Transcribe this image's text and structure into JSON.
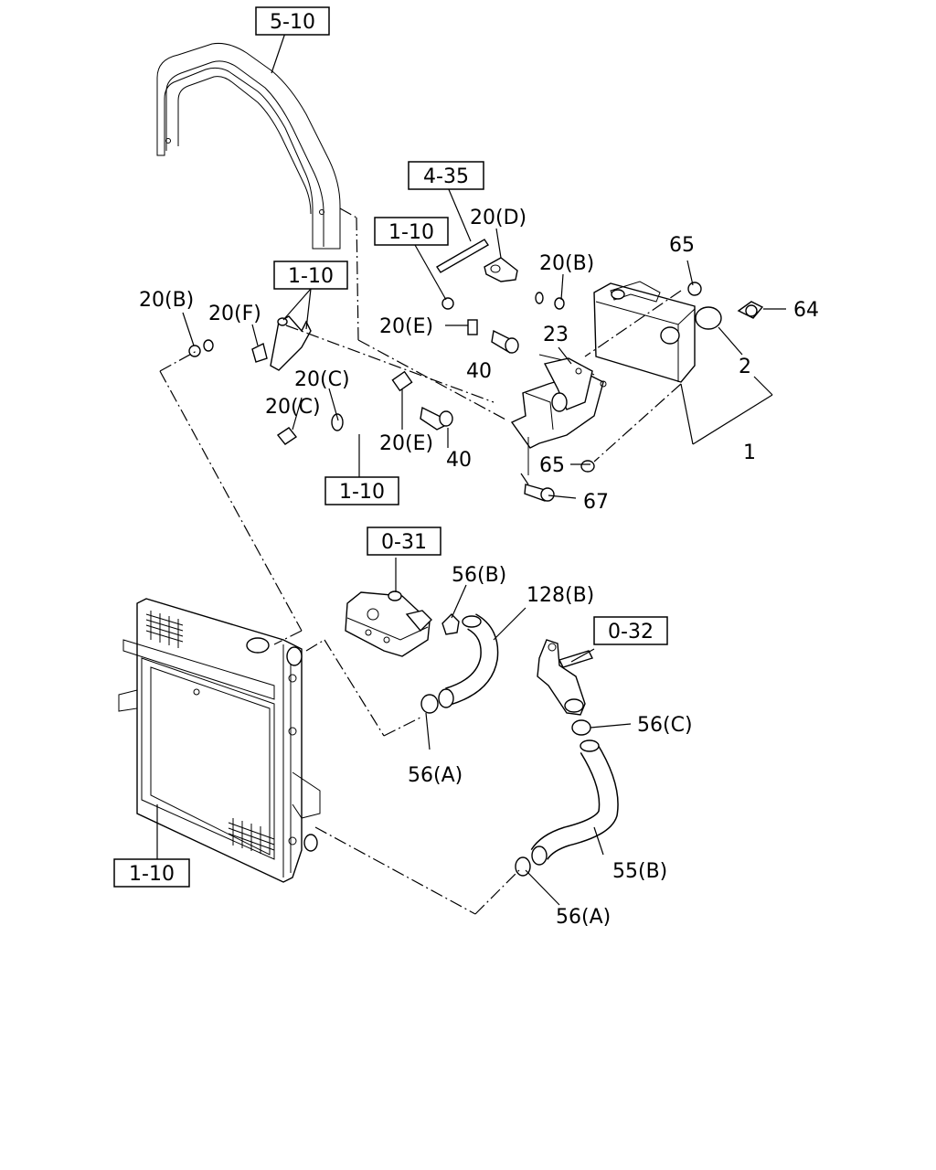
{
  "diagram": {
    "refs": [
      {
        "id": "ref-5-10",
        "text": "5-10"
      },
      {
        "id": "ref-4-35",
        "text": "4-35"
      },
      {
        "id": "ref-1-10-a",
        "text": "1-10"
      },
      {
        "id": "ref-1-10-b",
        "text": "1-10"
      },
      {
        "id": "ref-1-10-c",
        "text": "1-10"
      },
      {
        "id": "ref-0-31",
        "text": "0-31"
      },
      {
        "id": "ref-0-32",
        "text": "0-32"
      },
      {
        "id": "ref-1-10-d",
        "text": "1-10"
      }
    ],
    "labels": [
      {
        "id": "l-20D",
        "text": "20(D)"
      },
      {
        "id": "l-20B-top",
        "text": "20(B)"
      },
      {
        "id": "l-65-top",
        "text": "65"
      },
      {
        "id": "l-64",
        "text": "64"
      },
      {
        "id": "l-20B-left",
        "text": "20(B)"
      },
      {
        "id": "l-20F",
        "text": "20(F)"
      },
      {
        "id": "l-20E-top",
        "text": "20(E)"
      },
      {
        "id": "l-23",
        "text": "23"
      },
      {
        "id": "l-40-top",
        "text": "40"
      },
      {
        "id": "l-2",
        "text": "2"
      },
      {
        "id": "l-20C-a",
        "text": "20(C)"
      },
      {
        "id": "l-20C-b",
        "text": "20(C)"
      },
      {
        "id": "l-20E-bot",
        "text": "20(E)"
      },
      {
        "id": "l-40-bot",
        "text": "40"
      },
      {
        "id": "l-1",
        "text": "1"
      },
      {
        "id": "l-65-bot",
        "text": "65"
      },
      {
        "id": "l-67",
        "text": "67"
      },
      {
        "id": "l-56B",
        "text": "56(B)"
      },
      {
        "id": "l-128B",
        "text": "128(B)"
      },
      {
        "id": "l-56C",
        "text": "56(C)"
      },
      {
        "id": "l-56A-mid",
        "text": "56(A)"
      },
      {
        "id": "l-55B",
        "text": "55(B)"
      },
      {
        "id": "l-56A-bot",
        "text": "56(A)"
      }
    ]
  }
}
